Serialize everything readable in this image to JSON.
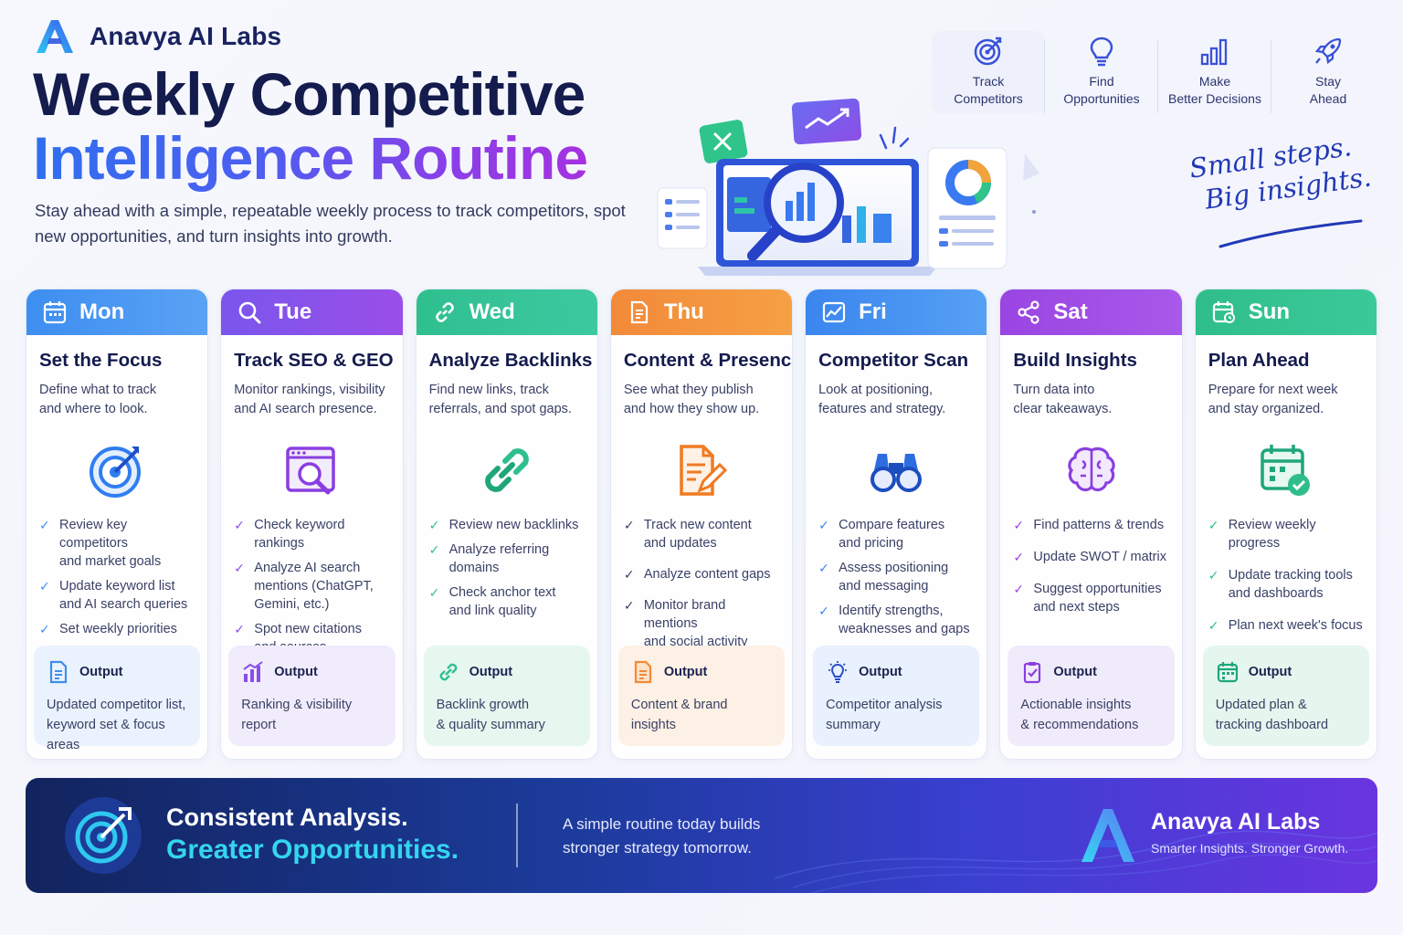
{
  "brand": {
    "name": "Anavya AI Labs"
  },
  "header": {
    "title_line1": "Weekly Competitive",
    "title_line2": "Intelligence Routine",
    "subtitle": "Stay ahead with a simple, repeatable weekly process to track competitors, spot new opportunities, and turn insights into growth."
  },
  "features": [
    {
      "label": "Track\nCompetitors",
      "icon": "target-icon"
    },
    {
      "label": "Find\nOpportunities",
      "icon": "lightbulb-icon"
    },
    {
      "label": "Make\nBetter Decisions",
      "icon": "bar-chart-icon"
    },
    {
      "label": "Stay\nAhead",
      "icon": "rocket-icon"
    }
  ],
  "tagline": {
    "line1": "Small steps.",
    "line2": "Big insights."
  },
  "colors": {
    "mon": "#3d8ef0",
    "tue": "#8a4ee8",
    "wed": "#2fbf8f",
    "thu": "#f28a3a",
    "fri": "#3a86ee",
    "sat": "#9a45e2",
    "sun": "#2fbe8a"
  },
  "days": [
    {
      "day": "Mon",
      "title": "Set the Focus",
      "desc": "Define what to track\nand where to look.",
      "items": [
        "Review key competitors\nand market goals",
        "Update keyword list\nand AI search queries",
        "Set weekly priorities"
      ],
      "output_label": "Output",
      "output_text": "Updated competitor list,\nkeyword set & focus areas"
    },
    {
      "day": "Tue",
      "title": "Track SEO & GEO",
      "desc": "Monitor rankings, visibility\nand AI search presence.",
      "items": [
        "Check keyword rankings",
        "Analyze AI search\nmentions (ChatGPT,\nGemini, etc.)",
        "Spot new citations\nand sources"
      ],
      "output_label": "Output",
      "output_text": "Ranking & visibility\nreport"
    },
    {
      "day": "Wed",
      "title": "Analyze Backlinks",
      "desc": "Find new links, track\nreferrals, and spot gaps.",
      "items": [
        "Review new backlinks",
        "Analyze referring\ndomains",
        "Check anchor text\nand link quality"
      ],
      "output_label": "Output",
      "output_text": "Backlink growth\n& quality summary"
    },
    {
      "day": "Thu",
      "title": "Content & Presence",
      "desc": "See what they publish\nand how they show up.",
      "items": [
        "Track new content\nand updates",
        "Analyze content gaps",
        "Monitor brand mentions\nand social activity"
      ],
      "output_label": "Output",
      "output_text": "Content & brand\ninsights"
    },
    {
      "day": "Fri",
      "title": "Competitor Scan",
      "desc": "Look at positioning,\nfeatures and strategy.",
      "items": [
        "Compare features\nand pricing",
        "Assess positioning\nand messaging",
        "Identify strengths,\nweaknesses and gaps"
      ],
      "output_label": "Output",
      "output_text": "Competitor analysis\nsummary"
    },
    {
      "day": "Sat",
      "title": "Build Insights",
      "desc": "Turn data into\nclear takeaways.",
      "items": [
        "Find patterns & trends",
        "Update SWOT / matrix",
        "Suggest opportunities\nand next steps"
      ],
      "output_label": "Output",
      "output_text": "Actionable insights\n& recommendations"
    },
    {
      "day": "Sun",
      "title": "Plan Ahead",
      "desc": "Prepare for next week\nand stay organized.",
      "items": [
        "Review weekly progress",
        "Update tracking tools\nand dashboards",
        "Plan next week's focus"
      ],
      "output_label": "Output",
      "output_text": "Updated plan &\ntracking dashboard"
    }
  ],
  "banner": {
    "headline1": "Consistent Analysis.",
    "headline2": "Greater Opportunities.",
    "message": "A simple routine today builds\nstronger strategy tomorrow.",
    "brand": "Anavya AI Labs",
    "slogan": "Smarter Insights. Stronger Growth."
  }
}
